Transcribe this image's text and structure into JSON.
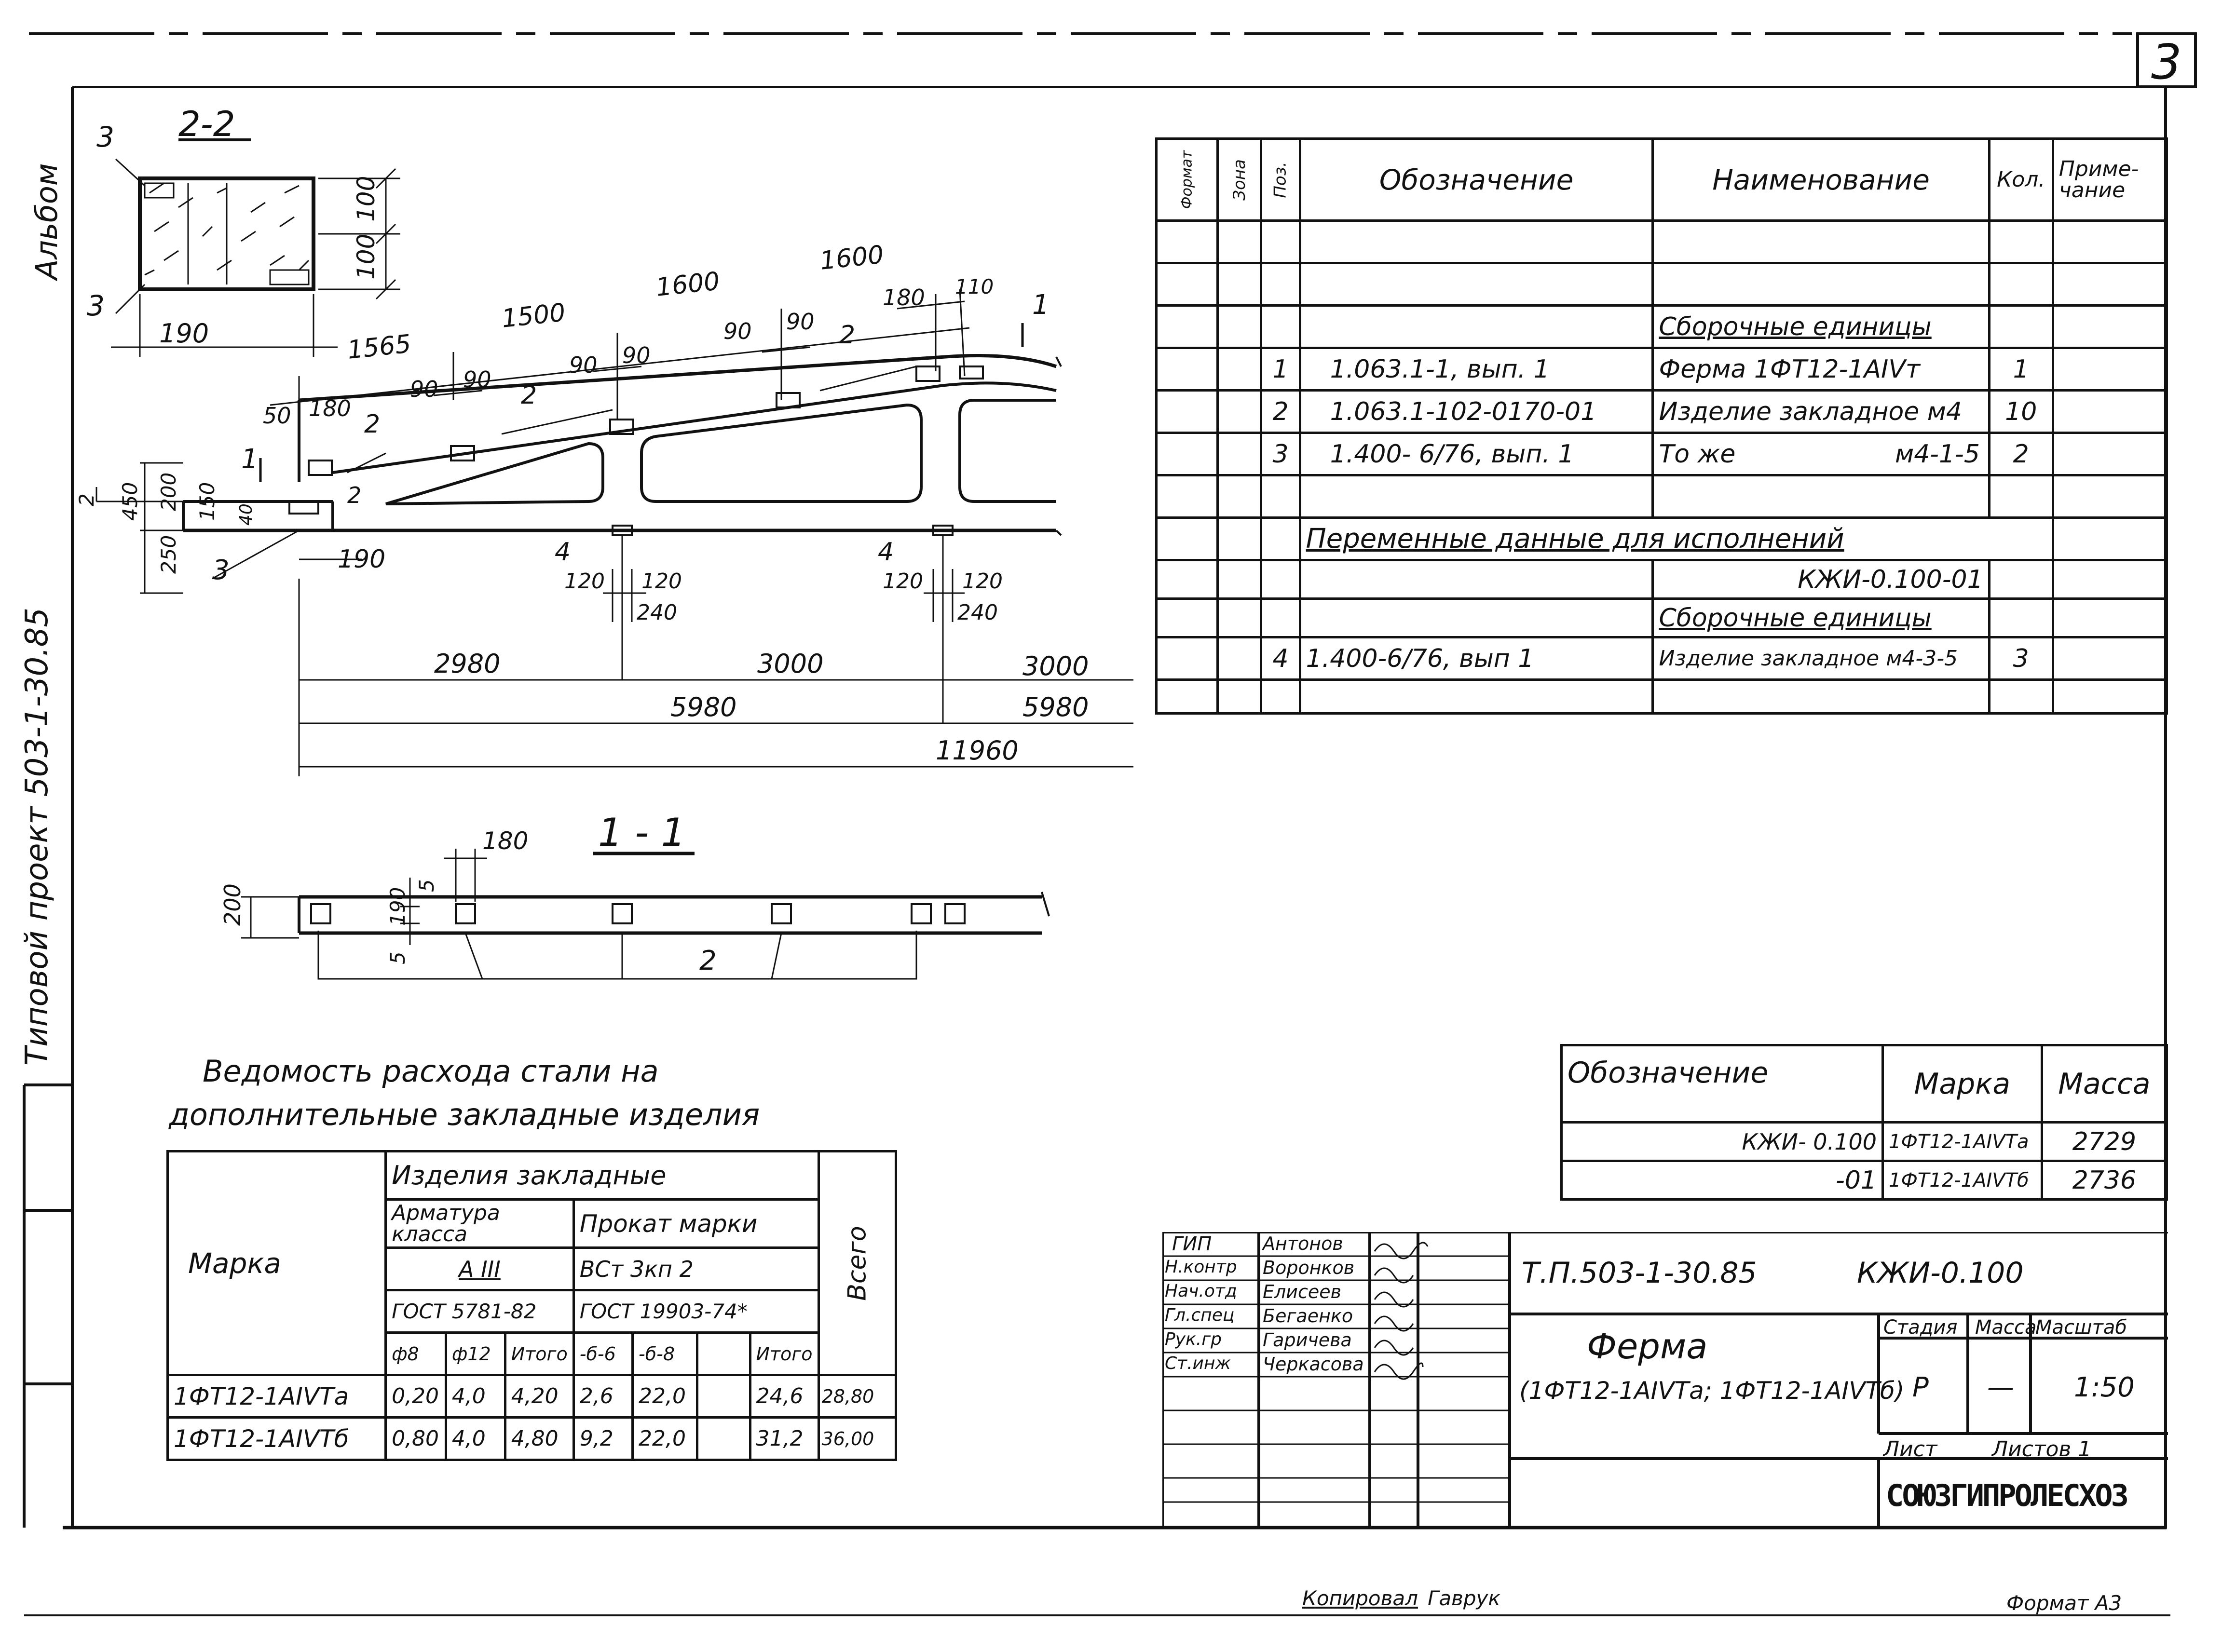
{
  "sheet_number": "3",
  "side_left": {
    "album": "Альбом",
    "project": "Типовой проект 503-1-30.85"
  },
  "section_2_2": {
    "title": "2-2",
    "pos_top": "3",
    "pos_bottom": "3",
    "dim_100_top": "100",
    "dim_100_bottom": "100",
    "dim_190": "190"
  },
  "elevation": {
    "dims_top": [
      "1565",
      "1500",
      "1600",
      "1600"
    ],
    "dims_90": [
      "90",
      "90",
      "90",
      "90",
      "90",
      "90"
    ],
    "dim_180_a": "180",
    "dim_180_b": "180",
    "dim_110": "110",
    "dim_50": "50",
    "pos_2_labels": [
      "2",
      "2",
      "2",
      "2"
    ],
    "section_mark": "1",
    "left_dims": [
      "2",
      "450",
      "200",
      "250",
      "150",
      "40"
    ],
    "dim_190": "190",
    "pos_3": "3",
    "pos_4a": "4",
    "pos_4b": "4",
    "dims_120": [
      "120",
      "120",
      "120",
      "120"
    ],
    "dim_240a": "240",
    "dim_240b": "240",
    "span_2980": "2980",
    "span_3000a": "3000",
    "span_3000b": "3000",
    "span_5980a": "5980",
    "span_5980b": "5980",
    "span_11960": "11960",
    "mark_2": "2"
  },
  "section_1_1": {
    "title": "1 - 1",
    "dim_180": "180",
    "dim_200": "200",
    "dim_190": "190",
    "dim_5a": "5",
    "dim_5b": "5",
    "pos_2": "2"
  },
  "spec_table": {
    "headers": {
      "format": "Формат",
      "zone": "Зона",
      "pos": "Поз.",
      "designation": "Обозначение",
      "name": "Наименование",
      "qty": "Кол.",
      "note": "Приме-чание"
    },
    "section_assembly": "Сборочные единицы",
    "rows": [
      {
        "pos": "1",
        "designation": "1.063.1-1,  вып. 1",
        "name": "Ферма 1ФТ12-1АIVт",
        "qty": "1"
      },
      {
        "pos": "2",
        "designation": "1.063.1-102-0170-01",
        "name": "Изделие закладное  м4",
        "qty": "10"
      },
      {
        "pos": "3",
        "designation": "1.400- 6/76,  вып. 1",
        "name": "То же                    м4-1-5",
        "qty": "2"
      }
    ],
    "variable_data": "Переменные данные для исполнений",
    "variant_code": "КЖИ-0.100-01",
    "section_assembly_2": "Сборочные единицы",
    "row4": {
      "pos": "4",
      "designation": "1.400-6/76,   вып 1",
      "name": "Изделие закладное м4-3-5",
      "qty": "3"
    }
  },
  "steel_table": {
    "title_line1": "Ведомость расхода стали на",
    "title_line2": "дополнительные закладные изделия",
    "mark_header": "Марка",
    "embedded_header": "Изделия закладные",
    "rebar_class": "Арматура класса",
    "rolled_mark": "Прокат марки",
    "rebar_grade": "А III",
    "steel_grade": "ВСт 3кп 2",
    "gost1": "ГОСТ 5781-82",
    "gost2": "ГОСТ 19903-74*",
    "total_header": "Всего",
    "subheaders": [
      "ф8",
      "ф12",
      "Итого",
      "-б-6",
      "-б-8",
      "",
      "Итого"
    ],
    "rows": [
      {
        "mark": "1ФТ12-1АIVТа",
        "values": [
          "0,20",
          "4,0",
          "4,20",
          "2,6",
          "22,0",
          "",
          "24,6",
          "28,80"
        ]
      },
      {
        "mark": "1ФТ12-1АIVТб",
        "values": [
          "0,80",
          "4,0",
          "4,80",
          "9,2",
          "22,0",
          "",
          "31,2",
          "36,00"
        ]
      }
    ]
  },
  "mass_table": {
    "headers": {
      "designation": "Обозначение",
      "mark": "Марка",
      "mass": "Масса"
    },
    "rows": [
      {
        "designation": "КЖИ- 0.100",
        "mark": "1ФТ12-1АIVТа",
        "mass": "2729"
      },
      {
        "designation": "-01",
        "mark": "1ФТ12-1АIVТб",
        "mass": "2736"
      }
    ]
  },
  "title_block": {
    "roles": [
      "ГИП",
      "Н.контр",
      "Нач.отд",
      "Гл.спец",
      "Рук.гр",
      "Ст.инж"
    ],
    "names": [
      "Антонов",
      "Воронков",
      "Елисеев",
      "Бегаенко",
      "Гаричева",
      "Черкасова"
    ],
    "doc_code": "Т.П.503-1-30.85",
    "doc_mark": "КЖИ-0.100",
    "item_name": "Ферма",
    "item_marks": "(1ФТ12-1АIVТа; 1ФТ12-1АIVТб)",
    "stage_header": "Стадия",
    "mass_header": "Масса",
    "scale_header": "Масштаб",
    "stage": "Р",
    "mass": "—",
    "scale": "1:50",
    "sheet_label": "Лист",
    "sheets_label": "Листов 1",
    "org": "СОЮЗГИПРОЛЕСХОЗ"
  },
  "footer": {
    "copied": "Копировал",
    "copied_by": "Гаврук",
    "format": "Формат А3"
  }
}
